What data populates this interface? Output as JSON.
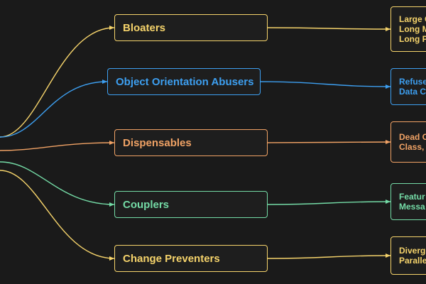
{
  "colors": {
    "background": "#1a1a1a",
    "yellow": "#f5d36b",
    "blue": "#3d9ff0",
    "orange": "#f0a265",
    "green": "#74dba6"
  },
  "diagram": {
    "categories": [
      {
        "id": "bloaters",
        "label": "Bloaters",
        "color": "#f5d36b",
        "leaf_text": "Large C\nLong M\nLong P"
      },
      {
        "id": "oo-abusers",
        "label": "Object Orientation Abusers",
        "color": "#3d9ff0",
        "leaf_text": "Refuse\nData C"
      },
      {
        "id": "dispensables",
        "label": "Dispensables",
        "color": "#f0a265",
        "leaf_text": "Dead C\nClass,"
      },
      {
        "id": "couplers",
        "label": "Couplers",
        "color": "#74dba6",
        "leaf_text": "Featur\nMessa"
      },
      {
        "id": "change-preventers",
        "label": "Change Preventers",
        "color": "#f5d36b",
        "leaf_text": "Diverg\nParalle"
      }
    ]
  }
}
